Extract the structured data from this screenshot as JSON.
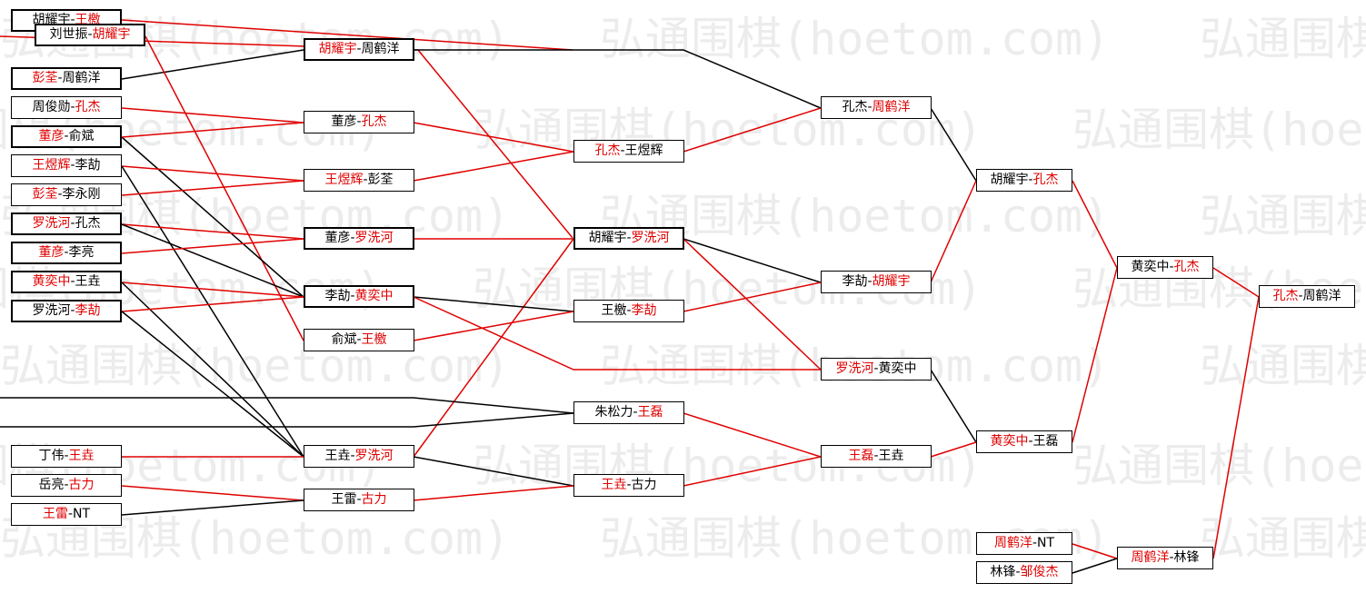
{
  "watermark": "弘通围棋(hoetom.com)",
  "colors": {
    "winner": "#e00000",
    "loser": "#000000",
    "watermark": "#ececec"
  },
  "matches": [
    {
      "id": "r1-01",
      "left": "胡耀宇",
      "right": "王檄",
      "winner": "right"
    },
    {
      "id": "r1-02",
      "left": "刘世振",
      "right": "胡耀宇",
      "winner": "right"
    },
    {
      "id": "r1-03",
      "left": "彭荃",
      "right": "周鹤洋",
      "winner": "left"
    },
    {
      "id": "r1-04",
      "left": "周俊勋",
      "right": "孔杰",
      "winner": "right"
    },
    {
      "id": "r1-05",
      "left": "董彦",
      "right": "俞斌",
      "winner": "left"
    },
    {
      "id": "r1-06",
      "left": "王煜辉",
      "right": "李劼",
      "winner": "left"
    },
    {
      "id": "r1-07",
      "left": "彭荃",
      "right": "李永刚",
      "winner": "left"
    },
    {
      "id": "r1-08",
      "left": "罗洗河",
      "right": "孔杰",
      "winner": "left"
    },
    {
      "id": "r1-09",
      "left": "董彦",
      "right": "李亮",
      "winner": "left"
    },
    {
      "id": "r1-10",
      "left": "黄奕中",
      "right": "王垚",
      "winner": "left"
    },
    {
      "id": "r1-11",
      "left": "罗洗河",
      "right": "李劼",
      "winner": "right"
    },
    {
      "id": "r1-12",
      "left": "丁伟",
      "right": "王垚",
      "winner": "right"
    },
    {
      "id": "r1-13",
      "left": "岳亮",
      "right": "古力",
      "winner": "right"
    },
    {
      "id": "r1-14",
      "left": "王雷",
      "right": "NT",
      "winner": "left"
    },
    {
      "id": "r2-01",
      "left": "胡耀宇",
      "right": "周鹤洋",
      "winner": "left"
    },
    {
      "id": "r2-02",
      "left": "董彦",
      "right": "孔杰",
      "winner": "right"
    },
    {
      "id": "r2-03",
      "left": "王煜辉",
      "right": "彭荃",
      "winner": "left"
    },
    {
      "id": "r2-04",
      "left": "董彦",
      "right": "罗洗河",
      "winner": "right"
    },
    {
      "id": "r2-05",
      "left": "李劼",
      "right": "黄奕中",
      "winner": "right"
    },
    {
      "id": "r2-06",
      "left": "俞斌",
      "right": "王檄",
      "winner": "right"
    },
    {
      "id": "r2-07",
      "left": "王垚",
      "right": "罗洗河",
      "winner": "right"
    },
    {
      "id": "r2-08",
      "left": "王雷",
      "right": "古力",
      "winner": "right"
    },
    {
      "id": "r3-01",
      "left": "孔杰",
      "right": "王煜辉",
      "winner": "left"
    },
    {
      "id": "r3-02",
      "left": "胡耀宇",
      "right": "罗洗河",
      "winner": "right"
    },
    {
      "id": "r3-03",
      "left": "王檄",
      "right": "李劼",
      "winner": "right"
    },
    {
      "id": "r3-04",
      "left": "朱松力",
      "right": "王磊",
      "winner": "right"
    },
    {
      "id": "r3-05",
      "left": "王垚",
      "right": "古力",
      "winner": "left"
    },
    {
      "id": "r4-01",
      "left": "孔杰",
      "right": "周鹤洋",
      "winner": "right"
    },
    {
      "id": "r4-02",
      "left": "李劼",
      "right": "胡耀宇",
      "winner": "right"
    },
    {
      "id": "r4-03",
      "left": "罗洗河",
      "right": "黄奕中",
      "winner": "left"
    },
    {
      "id": "r4-04",
      "left": "王磊",
      "right": "王垚",
      "winner": "left"
    },
    {
      "id": "r5-01",
      "left": "胡耀宇",
      "right": "孔杰",
      "winner": "right"
    },
    {
      "id": "r5-02",
      "left": "黄奕中",
      "right": "王磊",
      "winner": "left"
    },
    {
      "id": "r6-01",
      "left": "黄奕中",
      "right": "孔杰",
      "winner": "right"
    },
    {
      "id": "r7-01",
      "left": "孔杰",
      "right": "周鹤洋",
      "winner": "left"
    },
    {
      "id": "l-01",
      "left": "周鹤洋",
      "right": "NT",
      "winner": "left"
    },
    {
      "id": "l-02",
      "left": "林锋",
      "right": "邹俊杰",
      "winner": "right"
    },
    {
      "id": "l-03",
      "left": "周鹤洋",
      "right": "林锋",
      "winner": "left"
    }
  ]
}
